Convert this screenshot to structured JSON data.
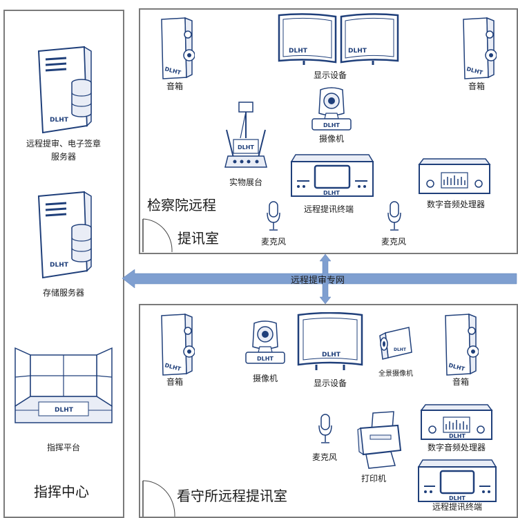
{
  "brand": "DLHT",
  "colors": {
    "device_stroke": "#1f3f7a",
    "device_fill": "#e9edf6",
    "network_arrow": "#7f9fd0",
    "room_border": "#7a7a7a"
  },
  "command_center": {
    "title": "指挥中心",
    "server1_label_line1": "远程提审、电子签章",
    "server1_label_line2": "服务器",
    "server2_label": "存储服务器",
    "platform_label": "指挥平台"
  },
  "procuratorate_room": {
    "title_line1": "检察院远程",
    "title_line2": "提讯室",
    "speaker_left_label": "音箱",
    "speaker_right_label": "音箱",
    "display_label": "显示设备",
    "camera_label": "摄像机",
    "visualizer_label": "实物展台",
    "terminal_label": "远程提讯终端",
    "audio_processor_label": "数字音频处理器",
    "mic_left_label": "麦克风",
    "mic_right_label": "麦克风"
  },
  "network": {
    "label": "远程提审专网"
  },
  "detention_room": {
    "title": "看守所远程提讯室",
    "speaker_left_label": "音箱",
    "camera_label": "摄像机",
    "display_label": "显示设备",
    "panoramic_camera_label": "全景摄像机",
    "speaker_right_label": "音箱",
    "mic_label": "麦克风",
    "printer_label": "打印机",
    "audio_processor_label": "数字音频处理器",
    "terminal_label": "远程提讯终端"
  }
}
